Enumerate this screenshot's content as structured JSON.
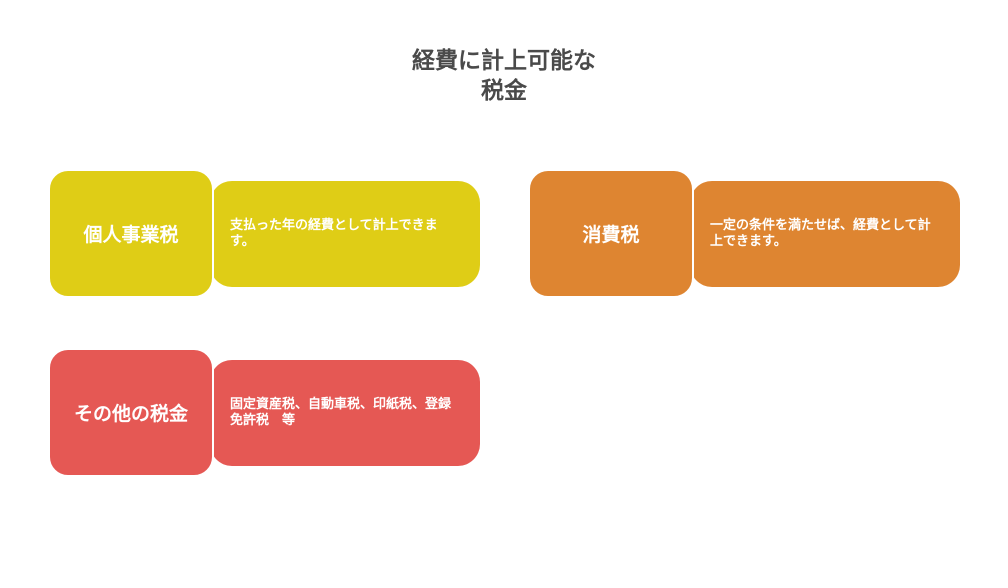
{
  "title": {
    "line1": "経費に計上可能な",
    "line2": "税金"
  },
  "cards": [
    {
      "label": "個人事業税",
      "description": "支払った年の経費として計上できます。",
      "color": "#dfcd16"
    },
    {
      "label": "消費税",
      "description": "一定の条件を満たせば、経費として計上できます。",
      "color": "#de8531"
    },
    {
      "label": "その他の税金",
      "description": "固定資産税、自動車税、印紙税、登録免許税　等",
      "color": "#e55854"
    }
  ]
}
